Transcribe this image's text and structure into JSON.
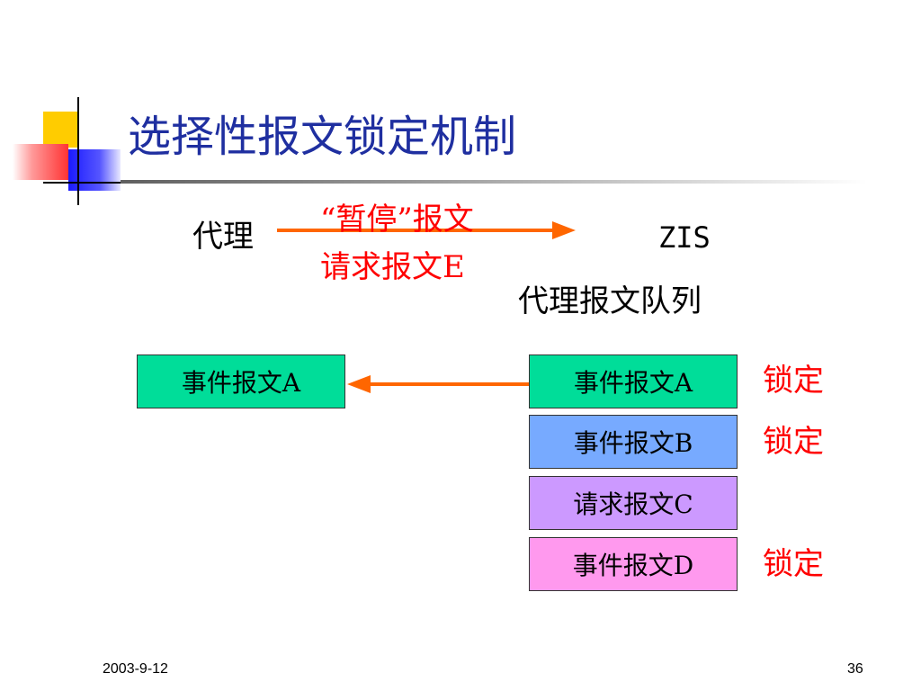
{
  "slide": {
    "title": "选择性报文锁定机制",
    "diagram": {
      "agent_label": "代理",
      "zis_label": "ZIS",
      "pause_message": {
        "line1": "“暂停”报文",
        "line2": "请求报文E",
        "color": "#ff0000"
      },
      "queue_title": "代理报文队列",
      "delivered": {
        "label": "事件报文A",
        "color": "#00dd99"
      },
      "queue": [
        {
          "label": "事件报文A",
          "color": "#00dd99",
          "lock": "锁定"
        },
        {
          "label": "事件报文B",
          "color": "#77aaff",
          "lock": "锁定"
        },
        {
          "label": "请求报文C",
          "color": "#cc99ff",
          "lock": ""
        },
        {
          "label": "事件报文D",
          "color": "#ff99ee",
          "lock": "锁定"
        }
      ],
      "arrow_color": "#ff6600"
    },
    "footer": {
      "date": "2003-9-12",
      "page": "36"
    }
  }
}
